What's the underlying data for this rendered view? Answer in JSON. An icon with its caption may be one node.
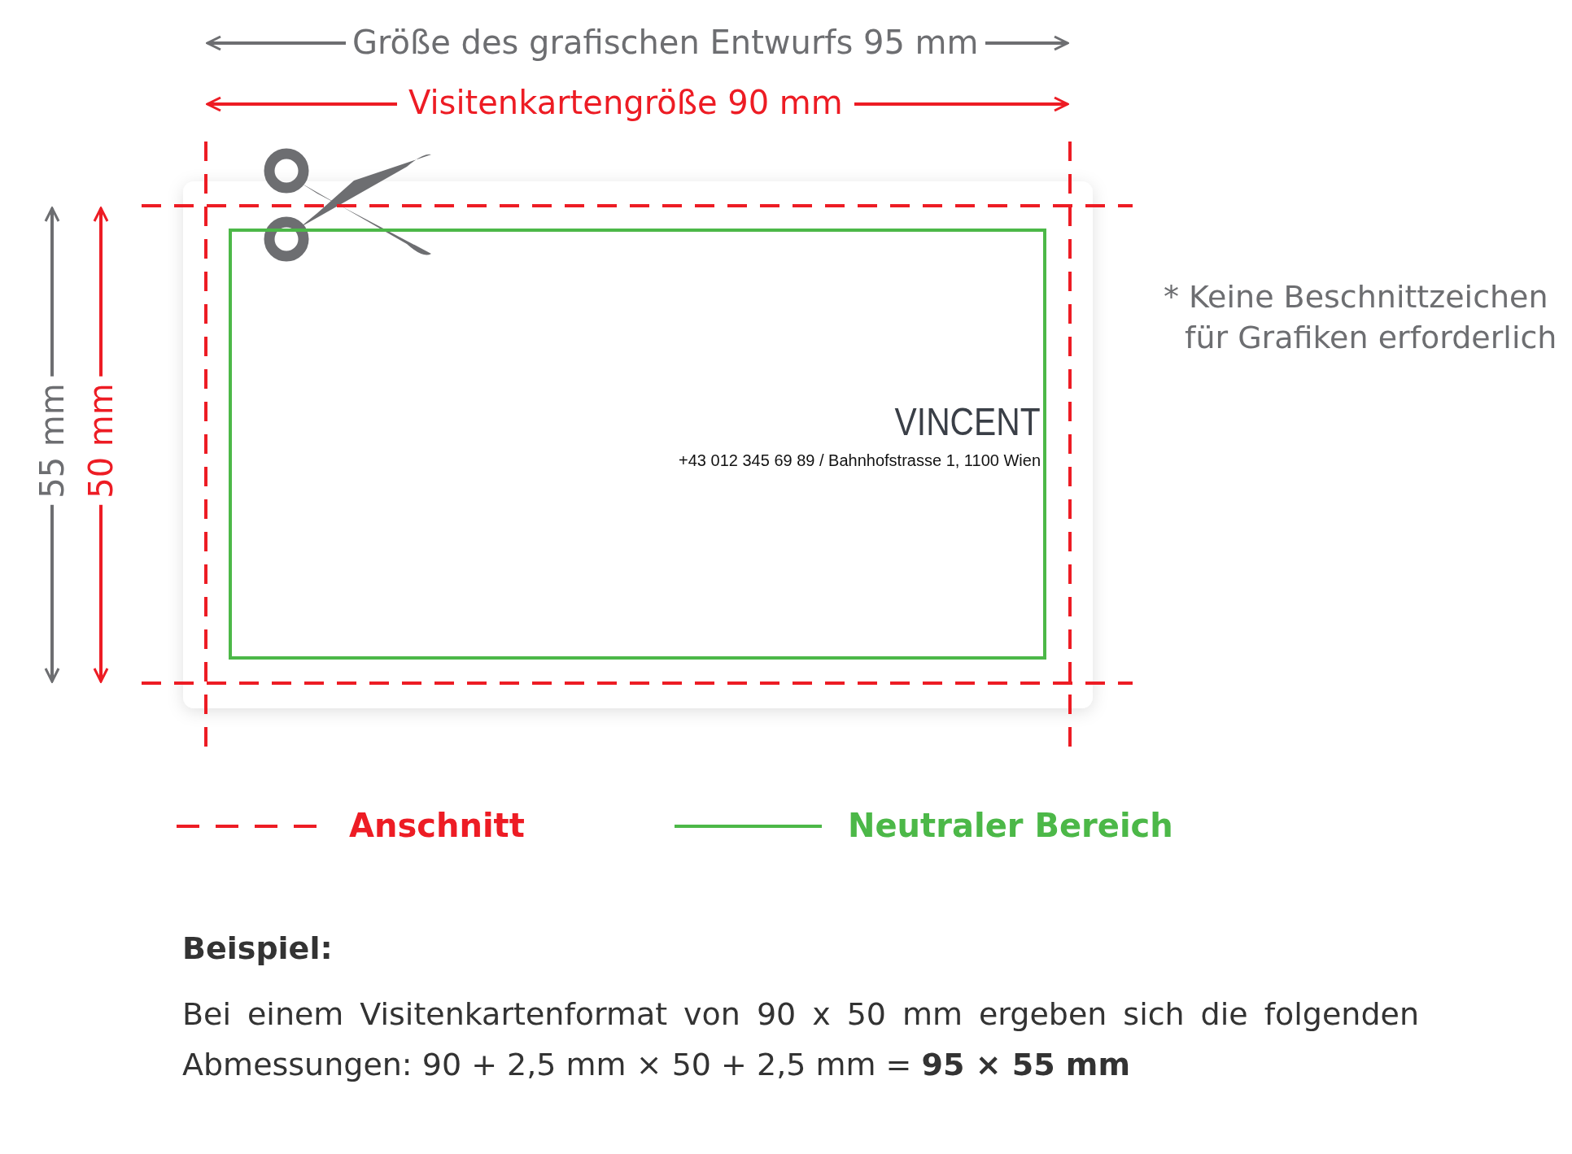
{
  "diagram": {
    "nodes": [
      {
        "text": [
          "VINCENT",
          "+43 012 345 69 89 / Bahnhofstrasse 1, 1100 Wien"
        ]
      }
    ],
    "labels": [
      "Größe des grafischen Entwurfs 95 mm",
      "Visitenkartengröße 90 mm",
      "55 mm",
      "50 mm",
      "* Keine Beschnittzeichen für Grafiken erforderlich",
      "Beispiel:",
      "Bei einem Visitenkartenformat von 90 x 50 mm ergeben sich die folgenden Abmessungen: 90 + 2,5 mm × 50 + 2,5 mm = **95 × 55 mm**"
    ],
    "legend": [
      {
        "text": "Anschnitt"
      },
      {
        "text": "Neutraler Bereich"
      }
    ]
  }
}
